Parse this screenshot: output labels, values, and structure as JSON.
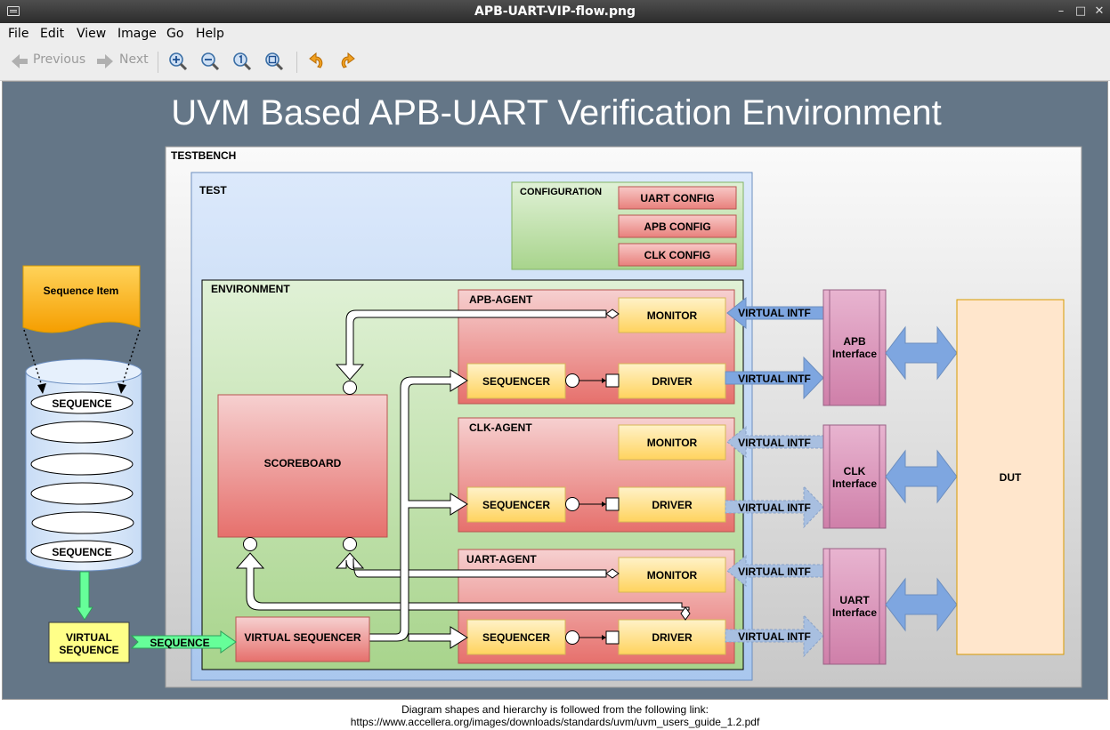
{
  "window": {
    "title": "APB-UART-VIP-flow.png"
  },
  "menu": [
    "File",
    "Edit",
    "View",
    "Image",
    "Go",
    "Help"
  ],
  "toolbar": {
    "previous": "Previous",
    "next": "Next"
  },
  "diagram": {
    "title": "UVM Based APB-UART Verification Environment",
    "testbench": "TESTBENCH",
    "test": "TEST",
    "configuration": "CONFIGURATION",
    "configs": [
      "UART CONFIG",
      "APB CONFIG",
      "CLK CONFIG"
    ],
    "environment": "ENVIRONMENT",
    "agents": [
      {
        "name": "APB-AGENT",
        "monitor": "MONITOR",
        "sequencer": "SEQUENCER",
        "driver": "DRIVER"
      },
      {
        "name": "CLK-AGENT",
        "monitor": "MONITOR",
        "sequencer": "SEQUENCER",
        "driver": "DRIVER"
      },
      {
        "name": "UART-AGENT",
        "monitor": "MONITOR",
        "sequencer": "SEQUENCER",
        "driver": "DRIVER"
      }
    ],
    "scoreboard": "SCOREBOARD",
    "virtual_sequencer": "VIRTUAL SEQUENCER",
    "virtual_intf": "VIRTUAL INTF",
    "interfaces": [
      {
        "line1": "APB",
        "line2": "Interface"
      },
      {
        "line1": "CLK",
        "line2": "Interface"
      },
      {
        "line1": "UART",
        "line2": "Interface"
      }
    ],
    "dut": "DUT",
    "sequence_item": "Sequence Item",
    "sequence": "SEQUENCE",
    "virtual_sequence_line1": "VIRTUAL",
    "virtual_sequence_line2": "SEQUENCE",
    "sequence_arrow": "SEQUENCE"
  },
  "footer": {
    "line1": "Diagram shapes and hierarchy is followed from the following link:",
    "line2": "https://www.accellera.org/images/downloads/standards/uvm/uvm_users_guide_1.2.pdf"
  }
}
